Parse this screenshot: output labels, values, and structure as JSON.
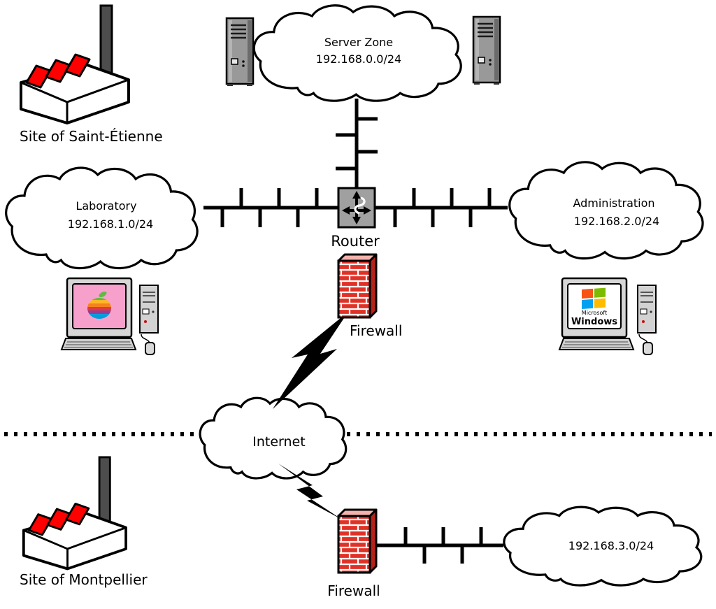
{
  "diagram": {
    "sites": {
      "saint_etienne_label": "Site of Saint-Étienne",
      "montpellier_label": "Site of Montpellier"
    },
    "networks": {
      "server_zone": {
        "name": "Server Zone",
        "subnet": "192.168.0.0/24"
      },
      "laboratory": {
        "name": "Laboratory",
        "subnet": "192.168.1.0/24"
      },
      "administration": {
        "name": "Administration",
        "subnet": "192.168.2.0/24"
      },
      "internet": {
        "name": "Internet"
      },
      "montpellier_lan": {
        "subnet": "192.168.3.0/24"
      }
    },
    "devices": {
      "router_label": "Router",
      "firewall_site1_label": "Firewall",
      "firewall_site2_label": "Firewall"
    },
    "workstations": {
      "mac_logo_icon": "apple-rainbow-logo",
      "windows_brand_small": "Microsoft",
      "windows_brand": "Windows"
    },
    "colors": {
      "factory_roof_red": "#ff0000",
      "firewall_brick_red": "#e03127",
      "router_gray": "#a0a0a0"
    }
  }
}
